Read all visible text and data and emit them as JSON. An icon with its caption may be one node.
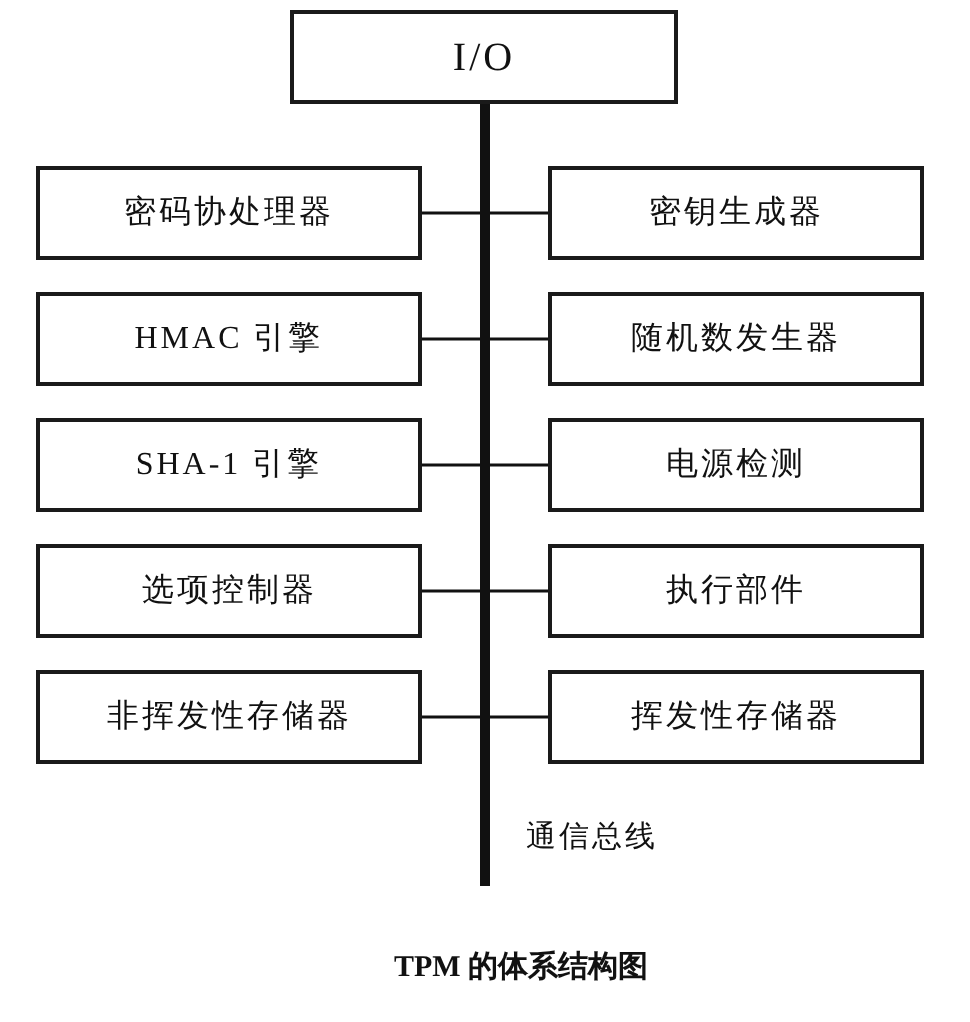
{
  "diagram": {
    "caption": "TPM 的体系结构图",
    "nodes": [
      {
        "text": [
          "I/O"
        ]
      },
      {
        "text": [
          "密码协处理器"
        ]
      },
      {
        "text": [
          "密钥生成器"
        ]
      },
      {
        "text": [
          "HMAC 引擎"
        ]
      },
      {
        "text": [
          "随机数发生器"
        ]
      },
      {
        "text": [
          "SHA-1 引擎"
        ]
      },
      {
        "text": [
          "电源检测"
        ]
      },
      {
        "text": [
          "选项控制器"
        ]
      },
      {
        "text": [
          "执行部件"
        ]
      },
      {
        "text": [
          "非挥发性存储器"
        ]
      },
      {
        "text": [
          "挥发性存储器"
        ]
      },
      {
        "text": [],
        "shape": "bar",
        "beside": [
          "通信总线"
        ]
      }
    ],
    "edges": [
      {
        "from": 0,
        "to": 11,
        "arrow": "none",
        "style": "thick"
      },
      {
        "from": 1,
        "to": 11,
        "arrow": "none"
      },
      {
        "from": 2,
        "to": 11,
        "arrow": "none"
      },
      {
        "from": 3,
        "to": 11,
        "arrow": "none"
      },
      {
        "from": 4,
        "to": 11,
        "arrow": "none"
      },
      {
        "from": 5,
        "to": 11,
        "arrow": "none"
      },
      {
        "from": 6,
        "to": 11,
        "arrow": "none"
      },
      {
        "from": 7,
        "to": 11,
        "arrow": "none"
      },
      {
        "from": 8,
        "to": 11,
        "arrow": "none"
      },
      {
        "from": 9,
        "to": 11,
        "arrow": "none"
      },
      {
        "from": 10,
        "to": 11,
        "arrow": "none"
      }
    ]
  }
}
